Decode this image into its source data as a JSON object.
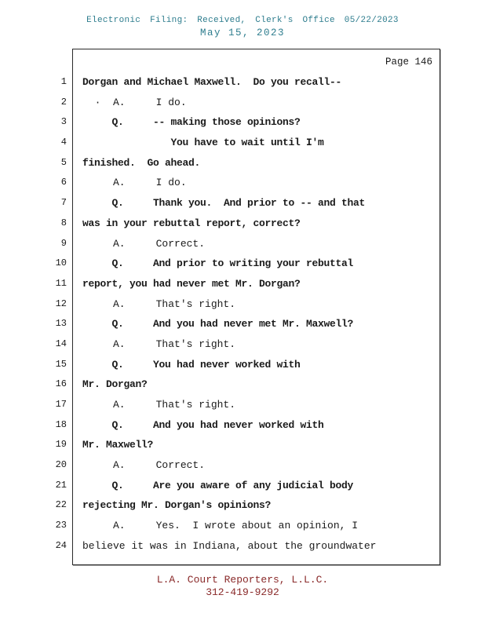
{
  "header": {
    "filing_line": "Electronic Filing: Received, Clerk's Office 05/22/2023",
    "date_line": "May 15, 2023"
  },
  "page": {
    "label": "Page 146",
    "lines": [
      {
        "num": "1",
        "text": "Dorgan and Michael Maxwell.  Do you recall--",
        "bold": true
      },
      {
        "num": "2",
        "text": "  ·  A.     I do.",
        "bold": false
      },
      {
        "num": "3",
        "text": "     Q.     -- making those opinions?",
        "bold": true
      },
      {
        "num": "4",
        "text": "               You have to wait until I'm",
        "bold": true
      },
      {
        "num": "5",
        "text": "finished.  Go ahead.",
        "bold": true
      },
      {
        "num": "6",
        "text": "     A.     I do.",
        "bold": false
      },
      {
        "num": "7",
        "text": "     Q.     Thank you.  And prior to -- and that",
        "bold": true
      },
      {
        "num": "8",
        "text": "was in your rebuttal report, correct?",
        "bold": true
      },
      {
        "num": "9",
        "text": "     A.     Correct.",
        "bold": false
      },
      {
        "num": "10",
        "text": "     Q.     And prior to writing your rebuttal",
        "bold": true
      },
      {
        "num": "11",
        "text": "report, you had never met Mr. Dorgan?",
        "bold": true
      },
      {
        "num": "12",
        "text": "     A.     That's right.",
        "bold": false
      },
      {
        "num": "13",
        "text": "     Q.     And you had never met Mr. Maxwell?",
        "bold": true
      },
      {
        "num": "14",
        "text": "     A.     That's right.",
        "bold": false
      },
      {
        "num": "15",
        "text": "     Q.     You had never worked with",
        "bold": true
      },
      {
        "num": "16",
        "text": "Mr. Dorgan?",
        "bold": true
      },
      {
        "num": "17",
        "text": "     A.     That's right.",
        "bold": false
      },
      {
        "num": "18",
        "text": "     Q.     And you had never worked with",
        "bold": true
      },
      {
        "num": "19",
        "text": "Mr. Maxwell?",
        "bold": true
      },
      {
        "num": "20",
        "text": "     A.     Correct.",
        "bold": false
      },
      {
        "num": "21",
        "text": "     Q.     Are you aware of any judicial body",
        "bold": true
      },
      {
        "num": "22",
        "text": "rejecting Mr. Dorgan's opinions?",
        "bold": true
      },
      {
        "num": "23",
        "text": "     A.     Yes.  I wrote about an opinion, I",
        "bold": false
      },
      {
        "num": "24",
        "text": "believe it was in Indiana, about the groundwater",
        "bold": false
      }
    ]
  },
  "footer": {
    "company": "L.A. Court Reporters, L.L.C.",
    "phone": "312-419-9292"
  },
  "colors": {
    "header_teal": "#2e7d8e",
    "footer_maroon": "#8a2a2a"
  }
}
